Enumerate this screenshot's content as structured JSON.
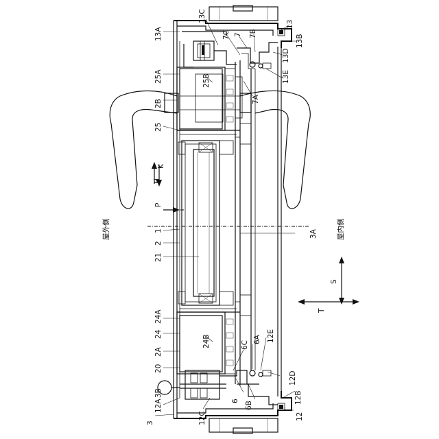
{
  "side_outdoor": "屋外側",
  "side_indoor": "屋内側",
  "labels": {
    "l_13C": "13C",
    "l_13A": "13A",
    "l_7C": "7C",
    "l_7": "7",
    "l_7B": "7B",
    "l_13": "13",
    "l_13B": "13B",
    "l_13D": "13D",
    "l_25A": "25A",
    "l_25B": "25B",
    "l_13E": "13E",
    "l_2B": "2B",
    "l_7A": "7A",
    "l_25": "25",
    "l_K": "K",
    "l_H": "H",
    "l_P": "P",
    "l_1": "1",
    "l_2": "2",
    "l_3A": "3A",
    "l_21": "21",
    "l_S": "S",
    "l_T": "T",
    "l_24A": "24A",
    "l_24": "24",
    "l_24B": "24B",
    "l_2A": "2A",
    "l_6C": "6C",
    "l_6A": "6A",
    "l_12E": "12E",
    "l_20": "20",
    "l_12D": "12D",
    "l_3B": "3B",
    "l_6": "6",
    "l_12A": "12A",
    "l_6B": "6B",
    "l_12B": "12B",
    "l_12C": "12C",
    "l_3": "3",
    "l_12": "12"
  }
}
